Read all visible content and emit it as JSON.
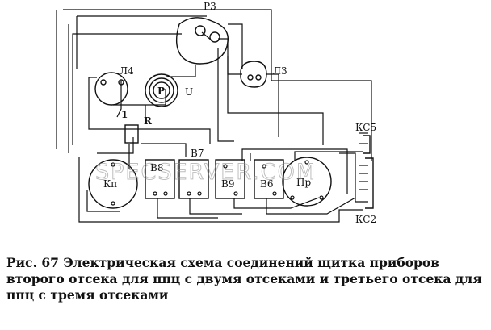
{
  "labels": {
    "p3": "Р3",
    "l4": "Л4",
    "l3": "Л3",
    "u": "U",
    "r": "R",
    "one": "1",
    "ks5": "КС5",
    "ks2": "КС2",
    "b7": "В7",
    "b8": "В8",
    "b9": "В9",
    "b6": "В6",
    "kp": "Кп",
    "pr": "Пр",
    "gauge_p": "P"
  },
  "watermark": "SPECSERVER.COM",
  "caption": "Рис. 67 Электрическая схема соединений  щитка приборов второго отсека для ппц с двумя отсеками и третьего отсека для ппц с тремя отсеками"
}
